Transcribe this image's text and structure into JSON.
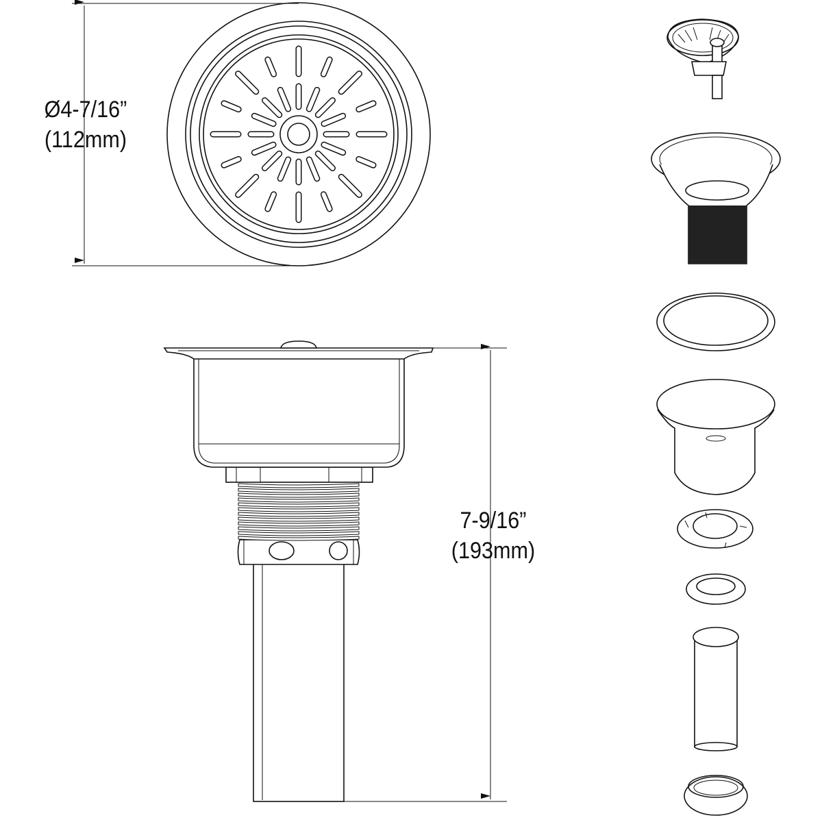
{
  "top_view": {
    "diameter_label": "Ø4-7/16”",
    "diameter_metric": "(112mm)"
  },
  "side_view": {
    "height_label": "7-9/16”",
    "height_metric": "(193mm)"
  },
  "exploded_parts": [
    "basket-strainer",
    "strainer-body",
    "gasket",
    "friction-ring-cup",
    "locknut",
    "washer",
    "tailpiece",
    "coupling-nut"
  ],
  "colors": {
    "line": "#111111",
    "background": "#ffffff"
  }
}
